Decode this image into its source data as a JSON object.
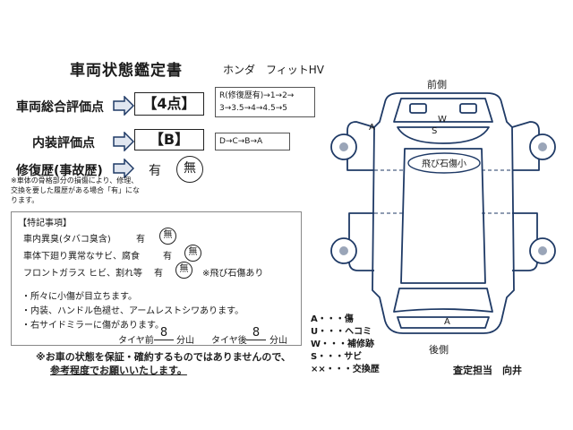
{
  "header": {
    "title": "車両状態鑑定書",
    "car_model": "ホンダ　フィットHV"
  },
  "overall": {
    "label": "車両総合評価点",
    "score": "【4点】",
    "scale_line1": "R(修復歴有)→1→2→",
    "scale_line2": "3→3.5→4→4.5→5"
  },
  "interior": {
    "label": "内装評価点",
    "grade": "【B】",
    "scale": "D→C→B→A"
  },
  "repair": {
    "label": "修復歴(事故歴)",
    "yes": "有",
    "no": "無",
    "note": "※車体の骨格部分の損傷により、修理、交換を要した履歴がある場合「有」になります。"
  },
  "special": {
    "title": "【特記事項】",
    "rows": [
      {
        "label": "車内異臭(タバコ臭含)",
        "yes": "有",
        "no": "無"
      },
      {
        "label": "車体下廻り異常なサビ、腐食",
        "yes": "有",
        "no": "無"
      },
      {
        "label": "フロントガラス ヒビ、割れ等",
        "yes": "有",
        "no": "無",
        "extra": "※飛び石傷あり"
      }
    ],
    "remarks": [
      "・所々に小傷が目立ちます。",
      "・内装、ハンドル色褪せ、アームレストシワあります。",
      "・右サイドミラーに傷があります。"
    ],
    "tire_front_label": "タイヤ前",
    "tire_front_value": "8",
    "tire_rear_label": "タイヤ後",
    "tire_rear_value": "8",
    "tire_unit": "分山"
  },
  "disclaimer": {
    "line1": "※お車の状態を保証・確約するものではありませんので、",
    "line2": "参考程度でお願いいたします。"
  },
  "diagram": {
    "front_label": "前側",
    "rear_label": "後側",
    "marks": {
      "a_front": "A",
      "w": "W",
      "s": "S",
      "a_rear": "A"
    },
    "damage_text": "飛び石傷小"
  },
  "legend": [
    "A・・・傷",
    "U・・・ヘコミ",
    "W・・・補修跡",
    "S・・・サビ",
    "××・・・交換歴"
  ],
  "inspector": "査定担当　向井",
  "colors": {
    "arrow_fill": "#e0e6f0",
    "arrow_stroke": "#1f3a66",
    "diagram_stroke": "#1f3a66",
    "circled_tire_fill": "#9aa5b8"
  }
}
